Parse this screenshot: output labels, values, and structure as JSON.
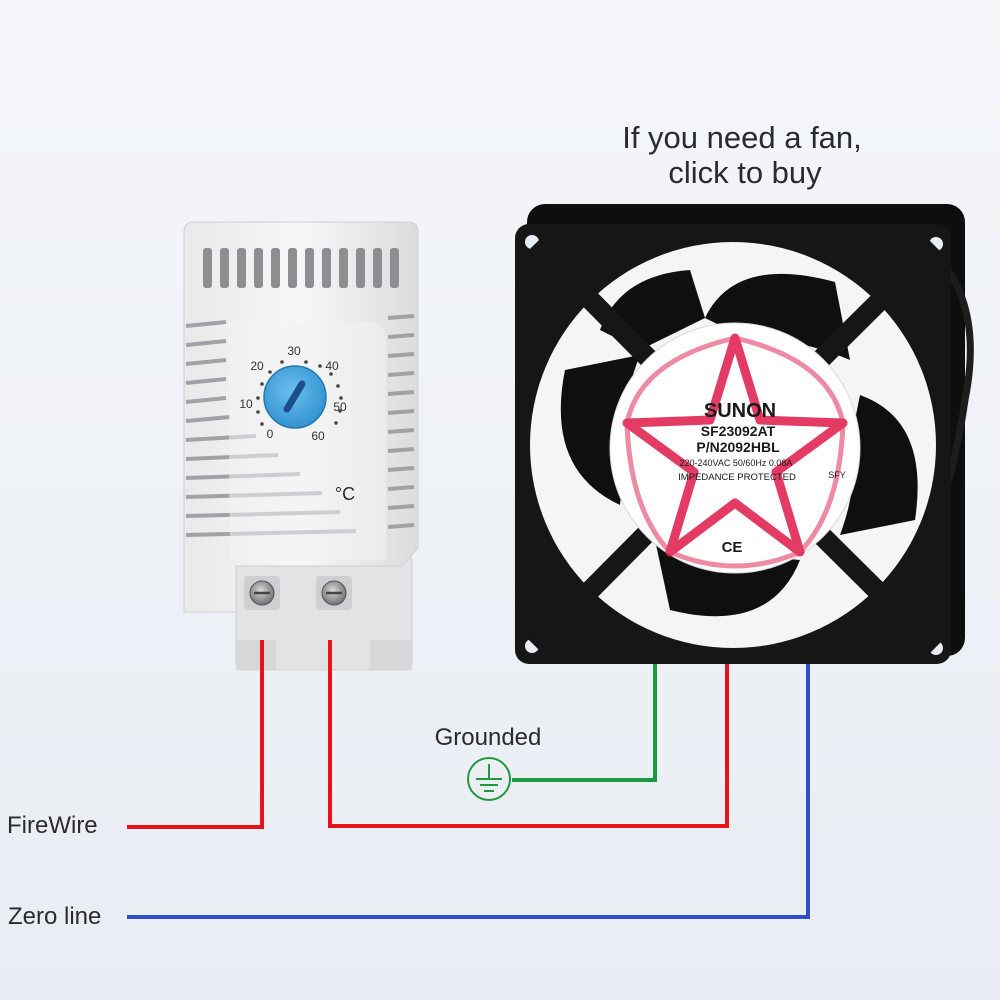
{
  "heading": {
    "line1": "If you need a fan,",
    "line2": "click to buy"
  },
  "labels": {
    "firewire": "FireWire",
    "zero_line": "Zero line",
    "grounded": "Grounded"
  },
  "thermostat": {
    "dial_marks": [
      "0",
      "10",
      "20",
      "30",
      "40",
      "50",
      "60"
    ],
    "unit": "°C"
  },
  "fan": {
    "brand": "SUNON",
    "model": "SF23092AT",
    "part_number": "P/N2092HBL",
    "rating": "220-240VAC 50/60Hz 0.08A",
    "protection": "IMPEDANCE PROTECTED",
    "mark_sfy": "SFY",
    "mark_ce": "CE"
  },
  "colors": {
    "live": "#e8121b",
    "neutral": "#2f4fc8",
    "ground": "#1e9a3e",
    "fan_body": "#161616",
    "dial": "#3aa0dc"
  }
}
